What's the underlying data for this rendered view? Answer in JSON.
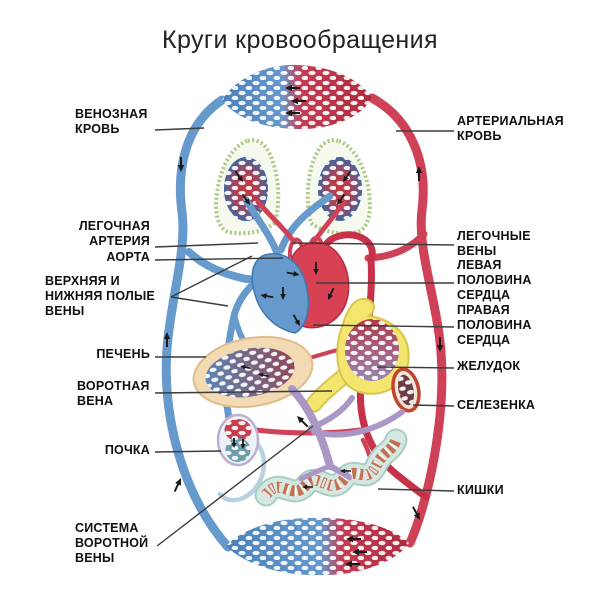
{
  "title": "Круги кровообращения",
  "palette": {
    "venous_blue": "#6699cc",
    "venous_blue_dark": "#4277ac",
    "arterial_red": "#cf4157",
    "arterial_red_dark": "#b42c40",
    "lung_green": "#a9c77f",
    "liver_tan": "#f2dab2",
    "liver_edge": "#e0bd8c",
    "stomach_yellow": "#f3e56d",
    "portal_purple": "#ab97c6",
    "spleen_red": "#c0442e",
    "intestine_pale": "#d5e7e1",
    "intestine_mesh": "#c05a38",
    "kidney_rim": "#c0aed2",
    "label_text": "#101010",
    "leader_line": "#3c3c3c",
    "background": "#ffffff"
  },
  "labels": {
    "left": [
      {
        "id": "venous-blood",
        "text": "ВЕНОЗНАЯ\nКРОВЬ"
      },
      {
        "id": "pulmonary-artery",
        "text": "ЛЕГОЧНАЯ\nАРТЕРИЯ"
      },
      {
        "id": "aorta",
        "text": "АОРТА"
      },
      {
        "id": "vena-cava",
        "text": "ВЕРХНЯЯ И\nНИЖНЯЯ ПОЛЫЕ\nВЕНЫ"
      },
      {
        "id": "liver",
        "text": "ПЕЧЕНЬ"
      },
      {
        "id": "portal-vein",
        "text": "ВОРОТНАЯ\nВЕНА"
      },
      {
        "id": "kidney",
        "text": "ПОЧКА"
      },
      {
        "id": "portal-system",
        "text": "СИСТЕМА\nВОРОТНОЙ\nВЕНЫ"
      }
    ],
    "right": [
      {
        "id": "arterial-blood",
        "text": "АРТЕРИАЛЬНАЯ\nКРОВЬ"
      },
      {
        "id": "pulmonary-veins",
        "text": "ЛЕГОЧНЫЕ\nВЕНЫ"
      },
      {
        "id": "left-heart-half",
        "text": "ЛЕВАЯ\nПОЛОВИНА\nСЕРДЦА"
      },
      {
        "id": "right-heart-half",
        "text": "ПРАВАЯ\nПОЛОВИНА\nСЕРДЦА"
      },
      {
        "id": "stomach",
        "text": "ЖЕЛУДОК"
      },
      {
        "id": "spleen",
        "text": "СЕЛЕЗЕНКА"
      },
      {
        "id": "intestines",
        "text": "КИШКИ"
      }
    ]
  }
}
